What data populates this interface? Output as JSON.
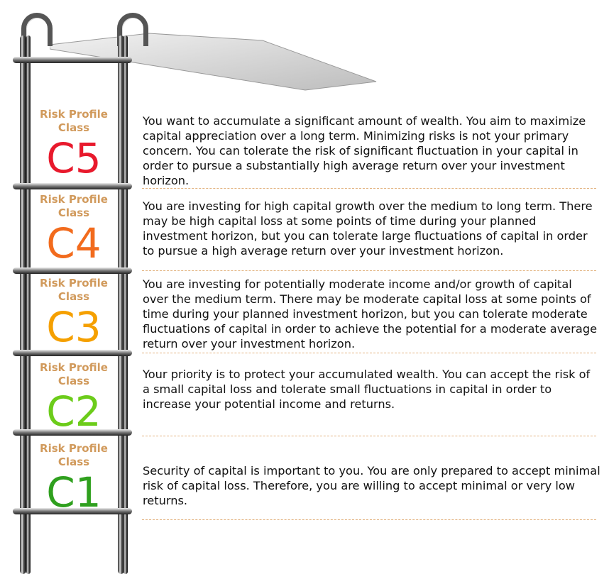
{
  "levels": [
    {
      "label": "Risk Profile Class",
      "class": "C5",
      "color": "#e8192c",
      "description": "You want to accumulate a significant amount of wealth. You aim to maximize capital appreciation over a long term. Minimizing risks is not your primary concern. You can tolerate the risk of significant fluctuation in your capital in order to pursue a substantially high average return over your investment horizon."
    },
    {
      "label": "Risk Profile Class",
      "class": "C4",
      "color": "#f26b1d",
      "description": "You are investing for high capital growth over the medium to long term. There may be high capital loss at some points of time during your planned investment horizon, but you can tolerate large fluctuations of capital in order to pursue a high average return over your investment horizon."
    },
    {
      "label": "Risk Profile Class",
      "class": "C3",
      "color": "#f5a000",
      "description": "You are investing for potentially moderate income and/or growth of capital over the medium term. There may be moderate capital loss at some points of time during your planned investment horizon, but you can tolerate moderate fluctuations of capital in order to achieve the potential for a moderate average return over your investment horizon."
    },
    {
      "label": "Risk Profile Class",
      "class": "C2",
      "color": "#6ccc1a",
      "description": "Your priority is to protect your accumulated wealth. You can accept the risk of a small capital loss and tolerate small fluctuations in capital in order to increase your potential income and returns."
    },
    {
      "label": "Risk Profile Class",
      "class": "C1",
      "color": "#2fa01e",
      "description": "Security of capital is important to you. You are only prepared to accept minimal risk of capital loss. Therefore, you are willing to accept minimal or very low returns."
    }
  ]
}
